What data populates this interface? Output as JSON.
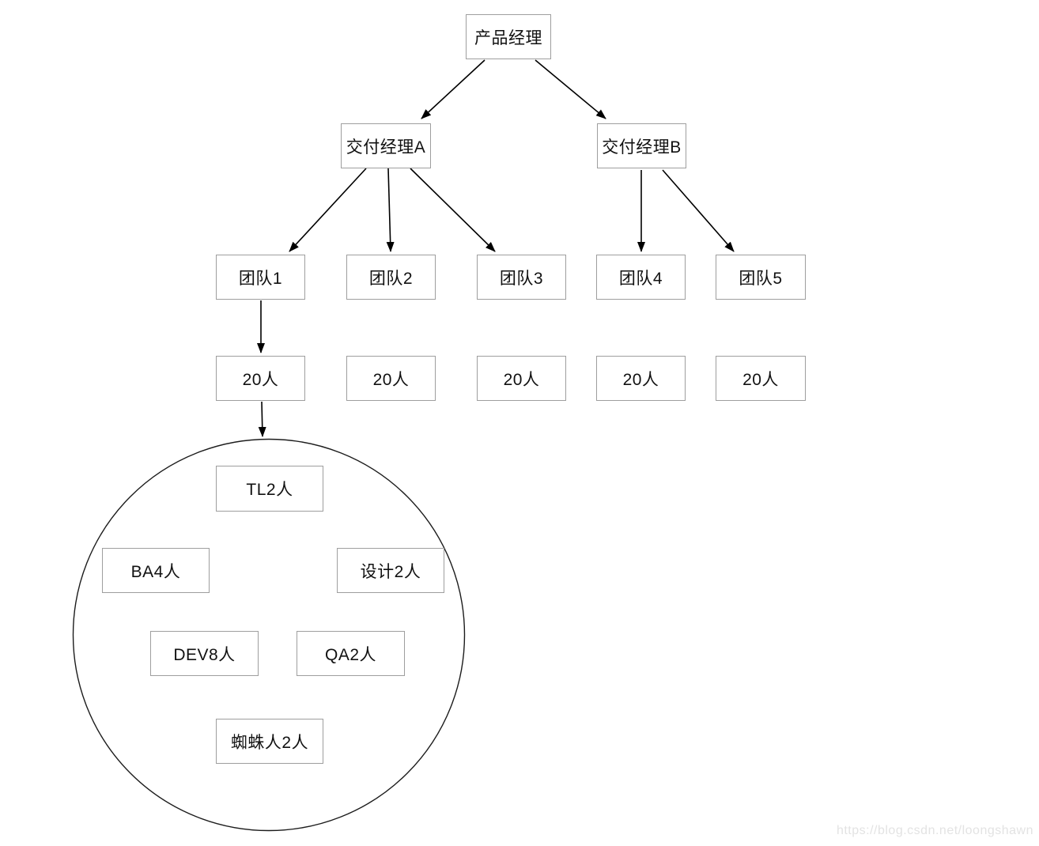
{
  "diagram": {
    "nodes": {
      "pm": {
        "label": "产品经理"
      },
      "dmA": {
        "label": "交付经理A"
      },
      "dmB": {
        "label": "交付经理B"
      },
      "team1": {
        "label": "团队1"
      },
      "team2": {
        "label": "团队2"
      },
      "team3": {
        "label": "团队3"
      },
      "team4": {
        "label": "团队4"
      },
      "team5": {
        "label": "团队5"
      },
      "size1": {
        "label": "20人"
      },
      "size2": {
        "label": "20人"
      },
      "size3": {
        "label": "20人"
      },
      "size4": {
        "label": "20人"
      },
      "size5": {
        "label": "20人"
      },
      "tl": {
        "label": "TL2人"
      },
      "ba": {
        "label": "BA4人"
      },
      "design": {
        "label": "设计2人"
      },
      "dev": {
        "label": "DEV8人"
      },
      "qa": {
        "label": "QA2人"
      },
      "spider": {
        "label": "蜘蛛人2人"
      }
    },
    "edges": [
      {
        "from": "pm",
        "to": "dmA"
      },
      {
        "from": "pm",
        "to": "dmB"
      },
      {
        "from": "dmA",
        "to": "team1"
      },
      {
        "from": "dmA",
        "to": "team2"
      },
      {
        "from": "dmA",
        "to": "team3"
      },
      {
        "from": "dmB",
        "to": "team4"
      },
      {
        "from": "dmB",
        "to": "team5"
      },
      {
        "from": "team1",
        "to": "size1"
      },
      {
        "from": "size1",
        "to": "circle"
      }
    ],
    "colors": {
      "box_border": "#9e9e9e",
      "arrow": "#000000",
      "circle_stroke": "#1c1c1c",
      "text": "#111111",
      "watermark": "#e3e3e3",
      "background": "#ffffff"
    }
  },
  "watermark": {
    "text": "https://blog.csdn.net/loongshawn"
  }
}
